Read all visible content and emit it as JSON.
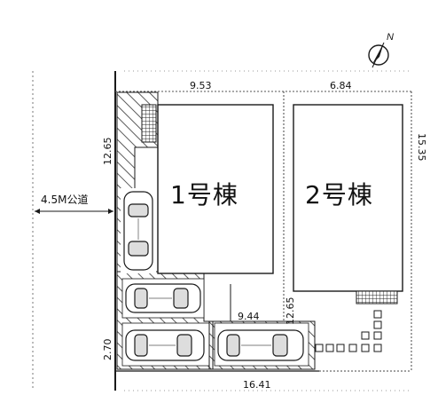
{
  "title": "",
  "road": {
    "label": "4.5M公道"
  },
  "buildings": [
    {
      "label": "1号棟"
    },
    {
      "label": "2号棟"
    }
  ],
  "dimensions": {
    "top_left_width": "9.53",
    "top_right_width": "6.84",
    "right_depth": "15.35",
    "left_depth": "12.65",
    "parking_width": "9.44",
    "center_depth": "12.65",
    "bottom_left_depth": "2.70",
    "bottom_width": "16.41"
  },
  "compass": {
    "label": "N",
    "icon": "north-arrow-icon"
  },
  "parking_spaces": 4,
  "colors": {
    "line": "#1a1a1a",
    "hatch": "#333333",
    "background": "#ffffff"
  }
}
